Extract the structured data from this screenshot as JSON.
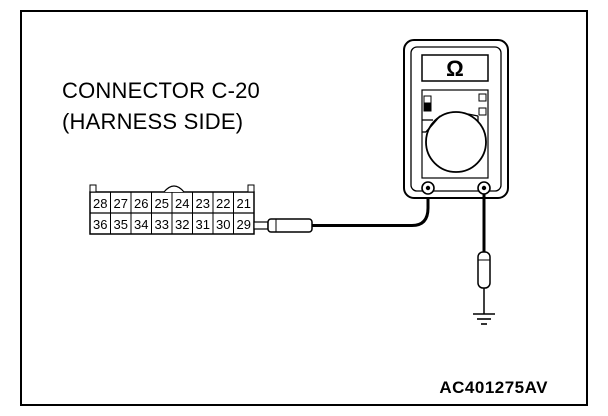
{
  "connector": {
    "title_line1": "CONNECTOR C-20",
    "title_line2": "(HARNESS SIDE)",
    "pins_top": [
      "28",
      "27",
      "26",
      "25",
      "24",
      "23",
      "22",
      "21"
    ],
    "pins_bottom": [
      "36",
      "35",
      "34",
      "33",
      "32",
      "31",
      "30",
      "29"
    ]
  },
  "meter": {
    "display_symbol": "Ω"
  },
  "figure_id": "AC401275AV"
}
